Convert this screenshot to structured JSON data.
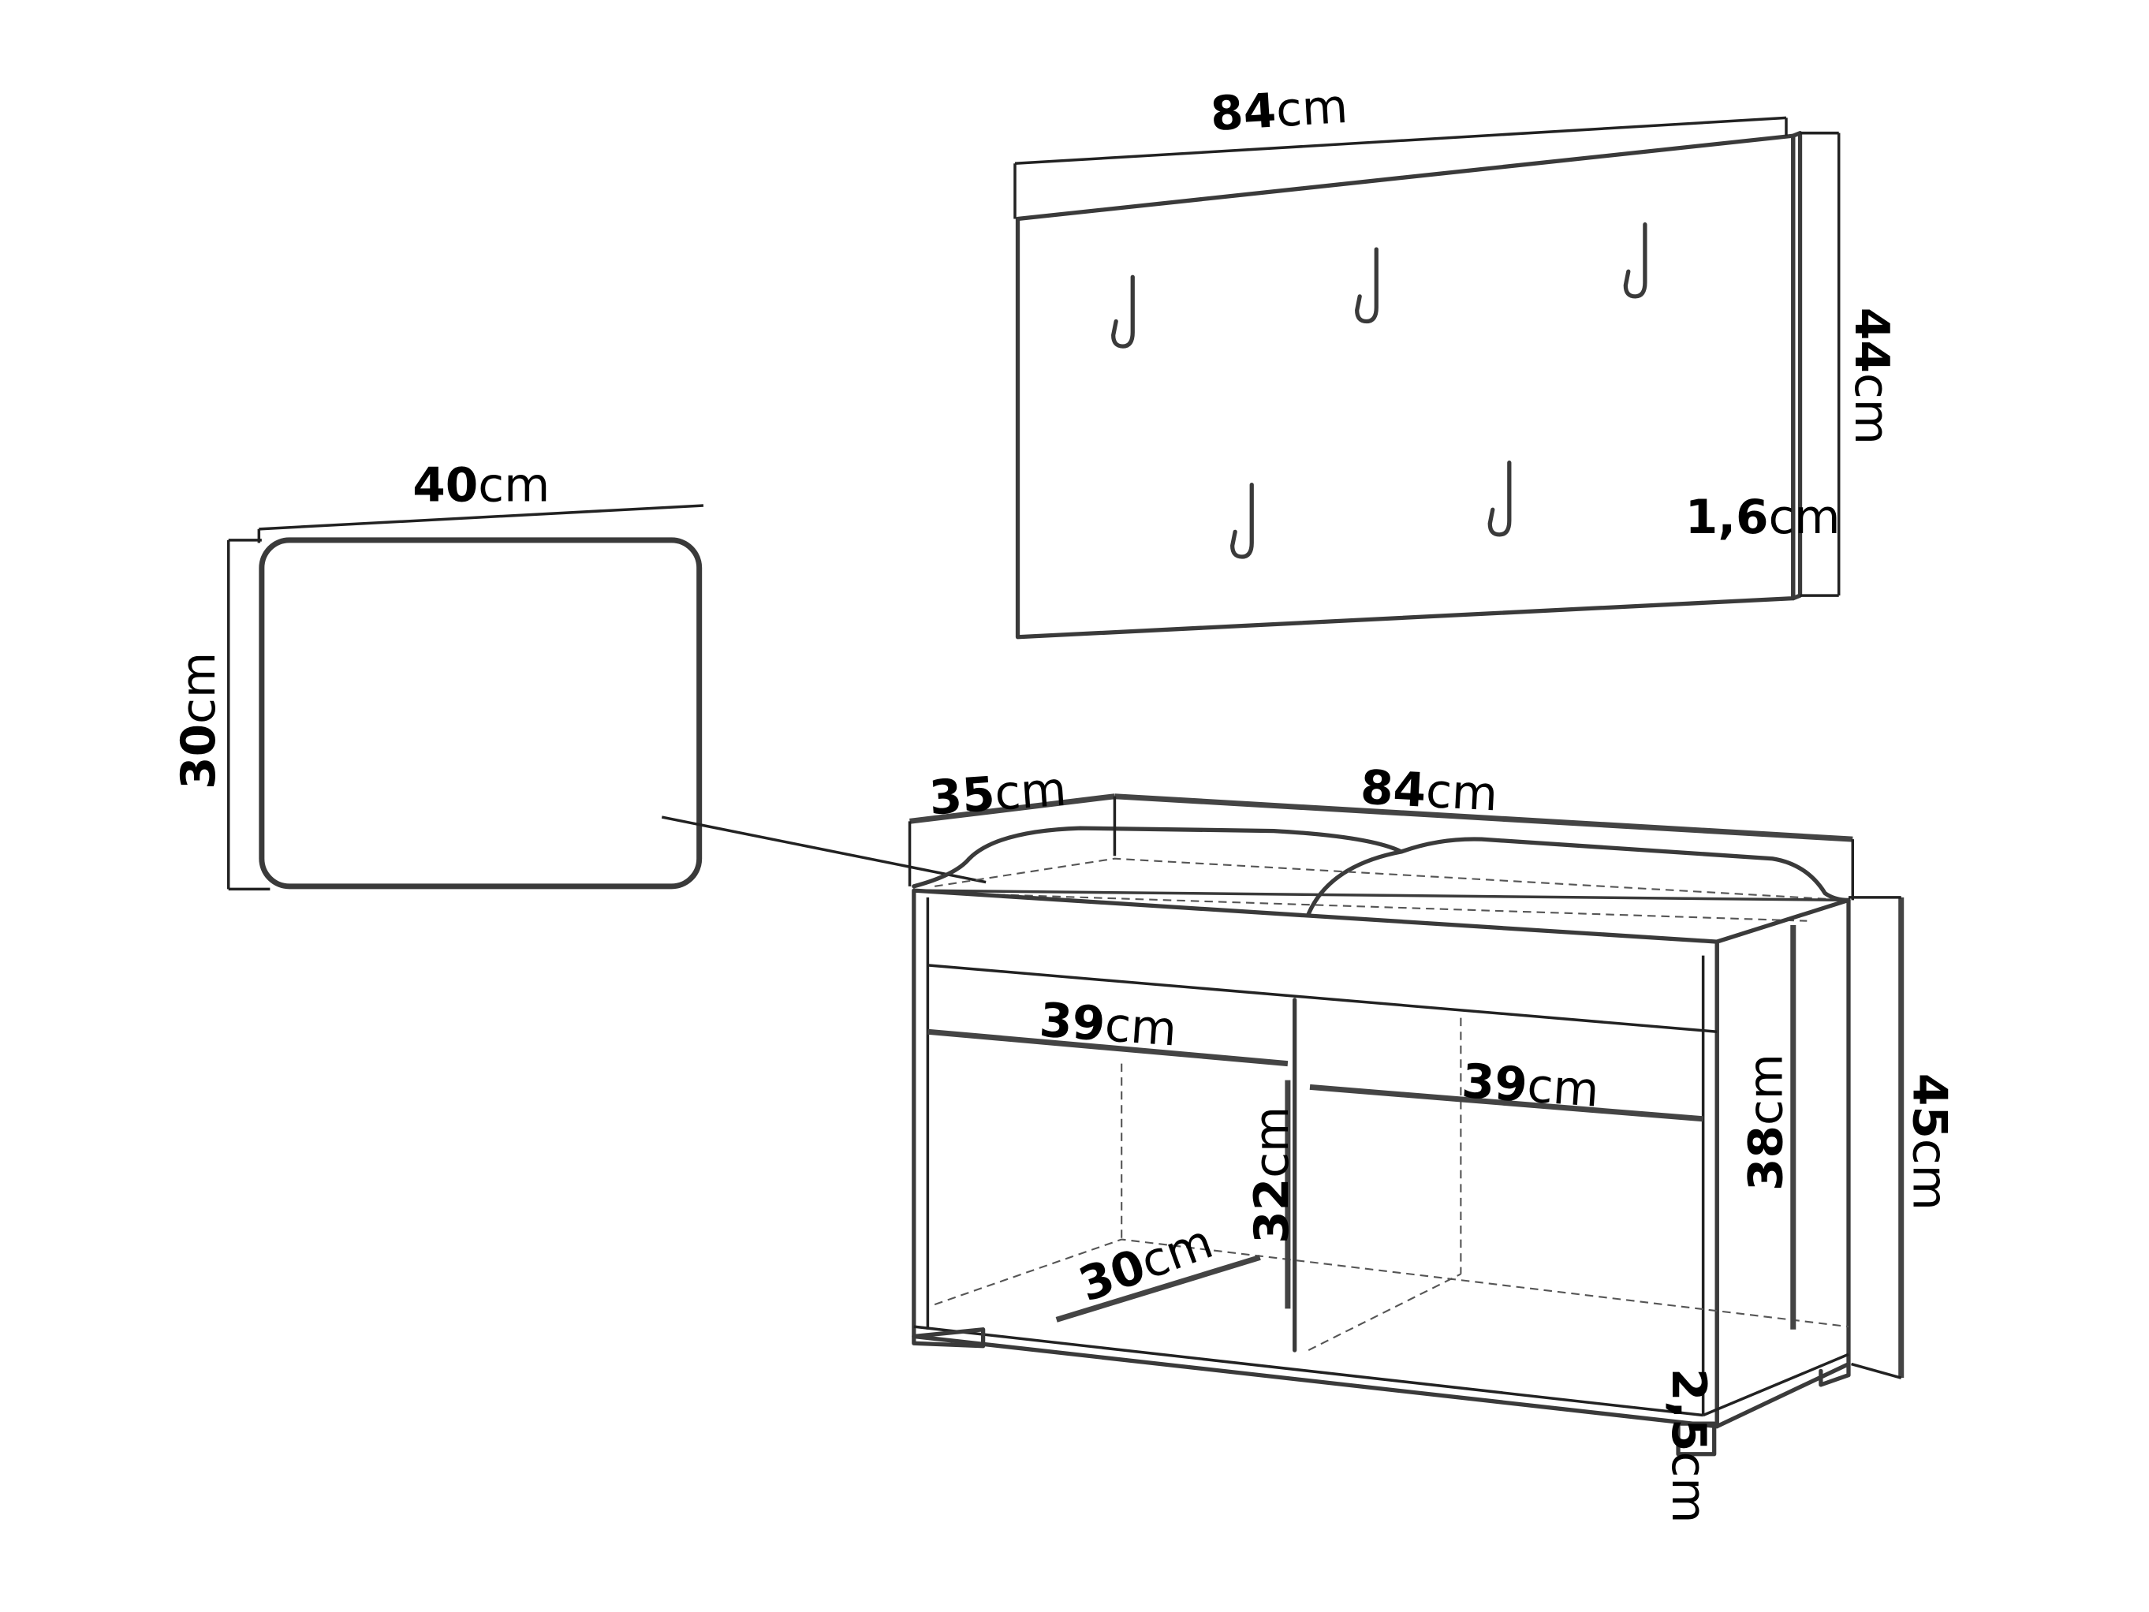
{
  "panel": {
    "width": {
      "value": "84",
      "unit": "cm"
    },
    "height": {
      "value": "44",
      "unit": "cm"
    },
    "thickness": {
      "value": "1,6",
      "unit": "cm"
    }
  },
  "cushion": {
    "width": {
      "value": "40",
      "unit": "cm"
    },
    "depth": {
      "value": "30",
      "unit": "cm"
    }
  },
  "bench": {
    "depth": {
      "value": "35",
      "unit": "cm"
    },
    "width": {
      "value": "84",
      "unit": "cm"
    },
    "shelf_left_width": {
      "value": "39",
      "unit": "cm"
    },
    "shelf_right_width": {
      "value": "39",
      "unit": "cm"
    },
    "compartment_height": {
      "value": "32",
      "unit": "cm"
    },
    "compartment_depth": {
      "value": "30",
      "unit": "cm"
    },
    "inner_height": {
      "value": "38",
      "unit": "cm"
    },
    "total_height": {
      "value": "45",
      "unit": "cm"
    },
    "leg_height": {
      "value": "2,5",
      "unit": "cm"
    }
  }
}
